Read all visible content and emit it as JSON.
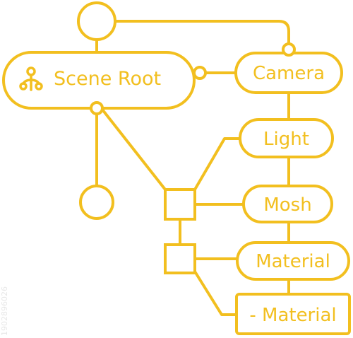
{
  "colors": {
    "accent": "#f2bf1f",
    "background": "#ffffff"
  },
  "diagram": {
    "root": {
      "label": "Scene Root",
      "icon": "node-tree-icon"
    },
    "nodes": [
      {
        "id": "camera",
        "label": "Camera"
      },
      {
        "id": "light",
        "label": "Light"
      },
      {
        "id": "mosh",
        "label": "Mosh"
      },
      {
        "id": "material",
        "label": "Material"
      },
      {
        "id": "sub_material",
        "label": "- Material"
      }
    ]
  },
  "watermark": {
    "id": "1902896026"
  }
}
